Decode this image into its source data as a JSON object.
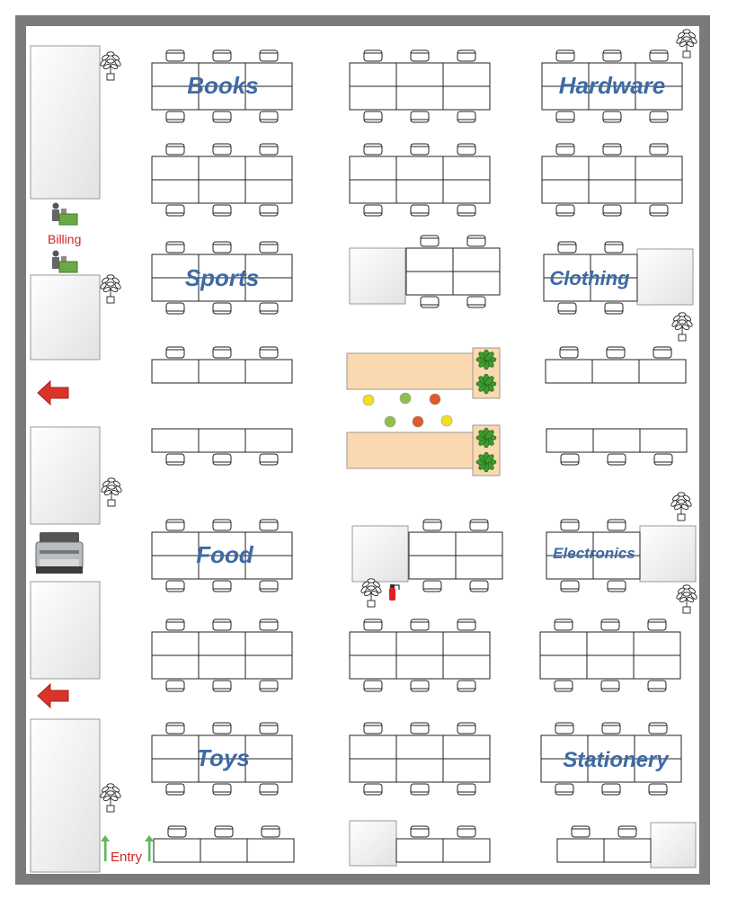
{
  "plan": {
    "sections": {
      "books": "Books",
      "hardware": "Hardware",
      "sports": "Sports",
      "clothing": "Clothing",
      "food": "Food",
      "electronics": "Electronics",
      "toys": "Toys",
      "stationery": "Stationery"
    },
    "billing_label": "Billing",
    "entry_label": "Entry"
  },
  "colors": {
    "wall": "#7a7a7a",
    "section_text": "#3d6aa6",
    "label_red": "#d42222",
    "arrow_red": "#d9342b",
    "entry_arrow": "#5cb85c",
    "counter_fill": "#fbd9b0",
    "shelf_fill": "#f2f2f2",
    "produce": [
      "#f2e01e",
      "#8fc04a",
      "#e05a2a"
    ]
  },
  "icons": {
    "potted_plant": "potted-plant-icon",
    "cashier": "cashier-desk-icon",
    "exit_arrow": "left-arrow-icon",
    "entry_arrow": "up-arrow-icon",
    "printer": "printer-icon",
    "fire_extinguisher": "fire-extinguisher-icon",
    "leafy_plant": "leafy-plant-icon",
    "produce": "produce-icon"
  }
}
